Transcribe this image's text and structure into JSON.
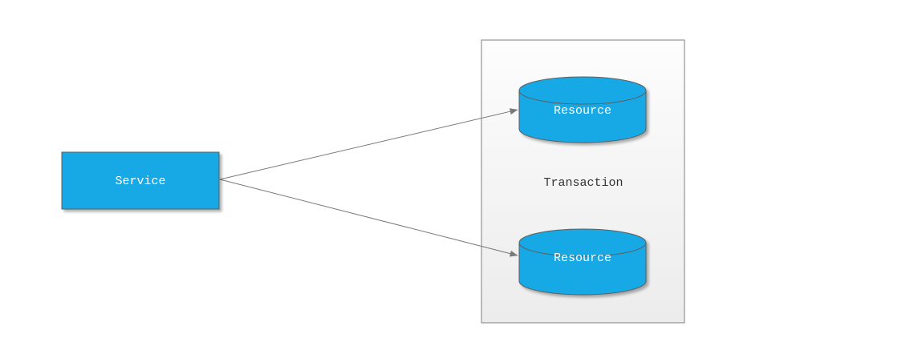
{
  "diagram": {
    "nodes": {
      "service": {
        "label": "Service",
        "type": "rectangle"
      },
      "resource_top": {
        "label": "Resource",
        "type": "database-cylinder"
      },
      "resource_bottom": {
        "label": "Resource",
        "type": "database-cylinder"
      }
    },
    "container": {
      "label": "Transaction"
    },
    "connectors": [
      {
        "from": "service",
        "to": "resource_top"
      },
      {
        "from": "service",
        "to": "resource_bottom"
      }
    ],
    "colors": {
      "node_fill": "#18A9E6",
      "node_stroke": "#5F5F5F",
      "node_text": "#FFFFFF",
      "container_fill_top": "#FDFDFD",
      "container_fill_bottom": "#ECECEC",
      "container_stroke": "#7F7F7F",
      "container_text": "#333333",
      "arrow": "#7A7A7A",
      "canvas_bg": "#FFFFFF"
    }
  }
}
